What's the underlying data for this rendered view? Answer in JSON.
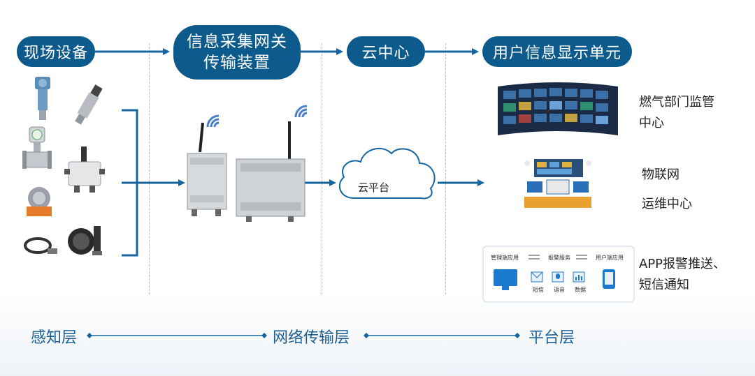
{
  "header": {
    "stage1": "现场设备",
    "stage2_line1": "信息采集网关",
    "stage2_line2": "传输装置",
    "stage3": "云中心",
    "stage4": "用户信息显示单元"
  },
  "cloud": {
    "label": "云平台"
  },
  "outputs": {
    "gas": {
      "line1": "燃气部门监管",
      "line2": "中心"
    },
    "iot": {
      "line1": "物联网",
      "line2": "运维中心"
    },
    "app": {
      "line1": "APP报警推送、",
      "line2": "短信通知"
    }
  },
  "app_panel": {
    "mgmt": "管理端应用",
    "alarm": "报警服务",
    "user": "用户端应用",
    "sms": "短信",
    "voice": "语音",
    "data": "数据"
  },
  "layers": {
    "perception": "感知层",
    "network": "网络传输层",
    "platform": "平台层"
  },
  "colors": {
    "accent": "#0d5a8c",
    "arrow": "#1565a0",
    "wifi": "#4a7fc8"
  },
  "icons": [
    "pressure-transmitter-icon",
    "pressure-sensor-icon",
    "flow-meter-icon",
    "junction-box-icon",
    "gas-detector-icon",
    "probe-sensor-icon",
    "cable-sensor-icon",
    "gateway-device-icon",
    "wifi-signal-icon",
    "cloud-icon",
    "video-wall-icon",
    "control-center-icon",
    "monitor-icon",
    "mail-icon",
    "microphone-icon",
    "chart-icon",
    "phone-icon"
  ]
}
